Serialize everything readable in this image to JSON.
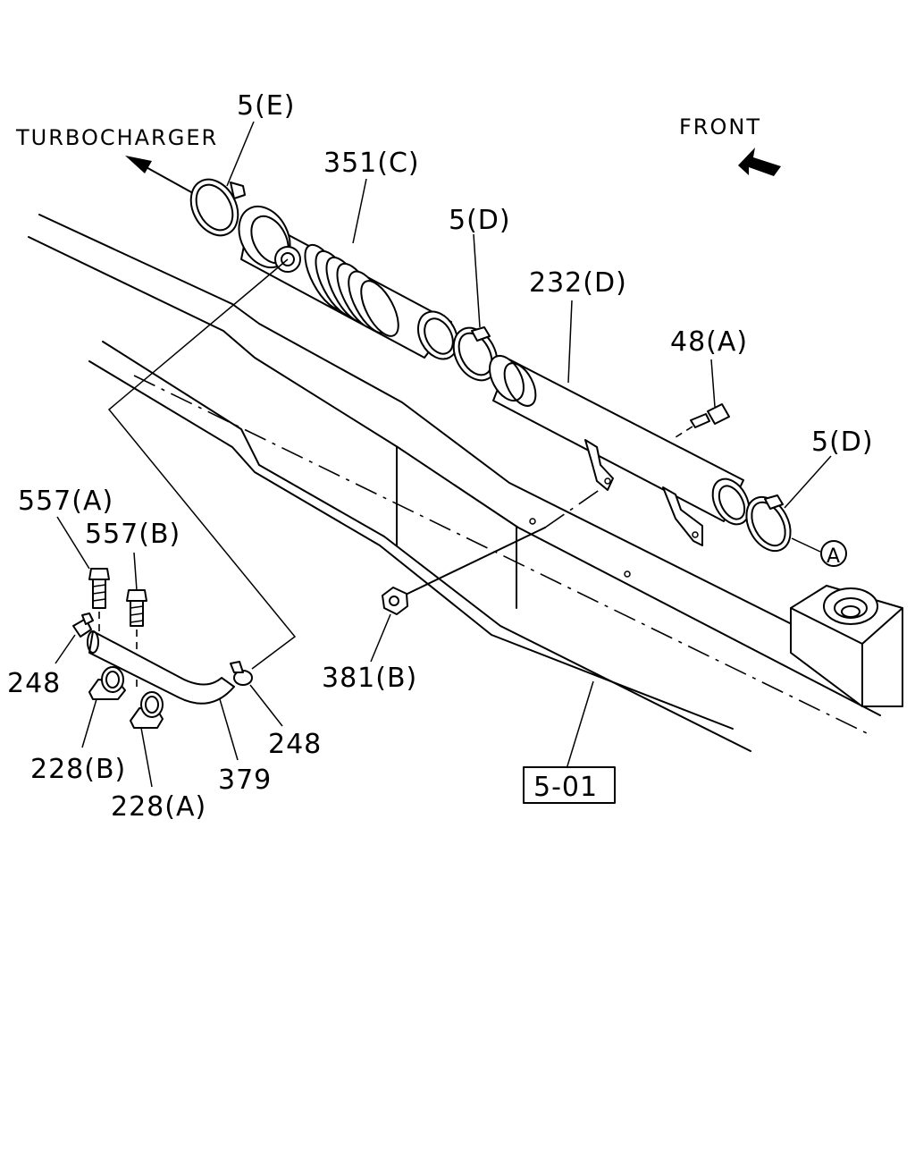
{
  "directions": {
    "turbocharger": "TURBOCHARGER",
    "front": "FRONT"
  },
  "callouts": {
    "c_5e": "5(E)",
    "c_351c": "351(C)",
    "c_5d_top": "5(D)",
    "c_232d": "232(D)",
    "c_48a": "48(A)",
    "c_5d_right": "5(D)",
    "c_a_circle": "A",
    "c_557a": "557(A)",
    "c_557b": "557(B)",
    "c_248_left": "248",
    "c_228b": "228(B)",
    "c_228a": "228(A)",
    "c_379": "379",
    "c_248_right": "248",
    "c_381b": "381(B)"
  },
  "reference": {
    "box_label": "5-01"
  }
}
